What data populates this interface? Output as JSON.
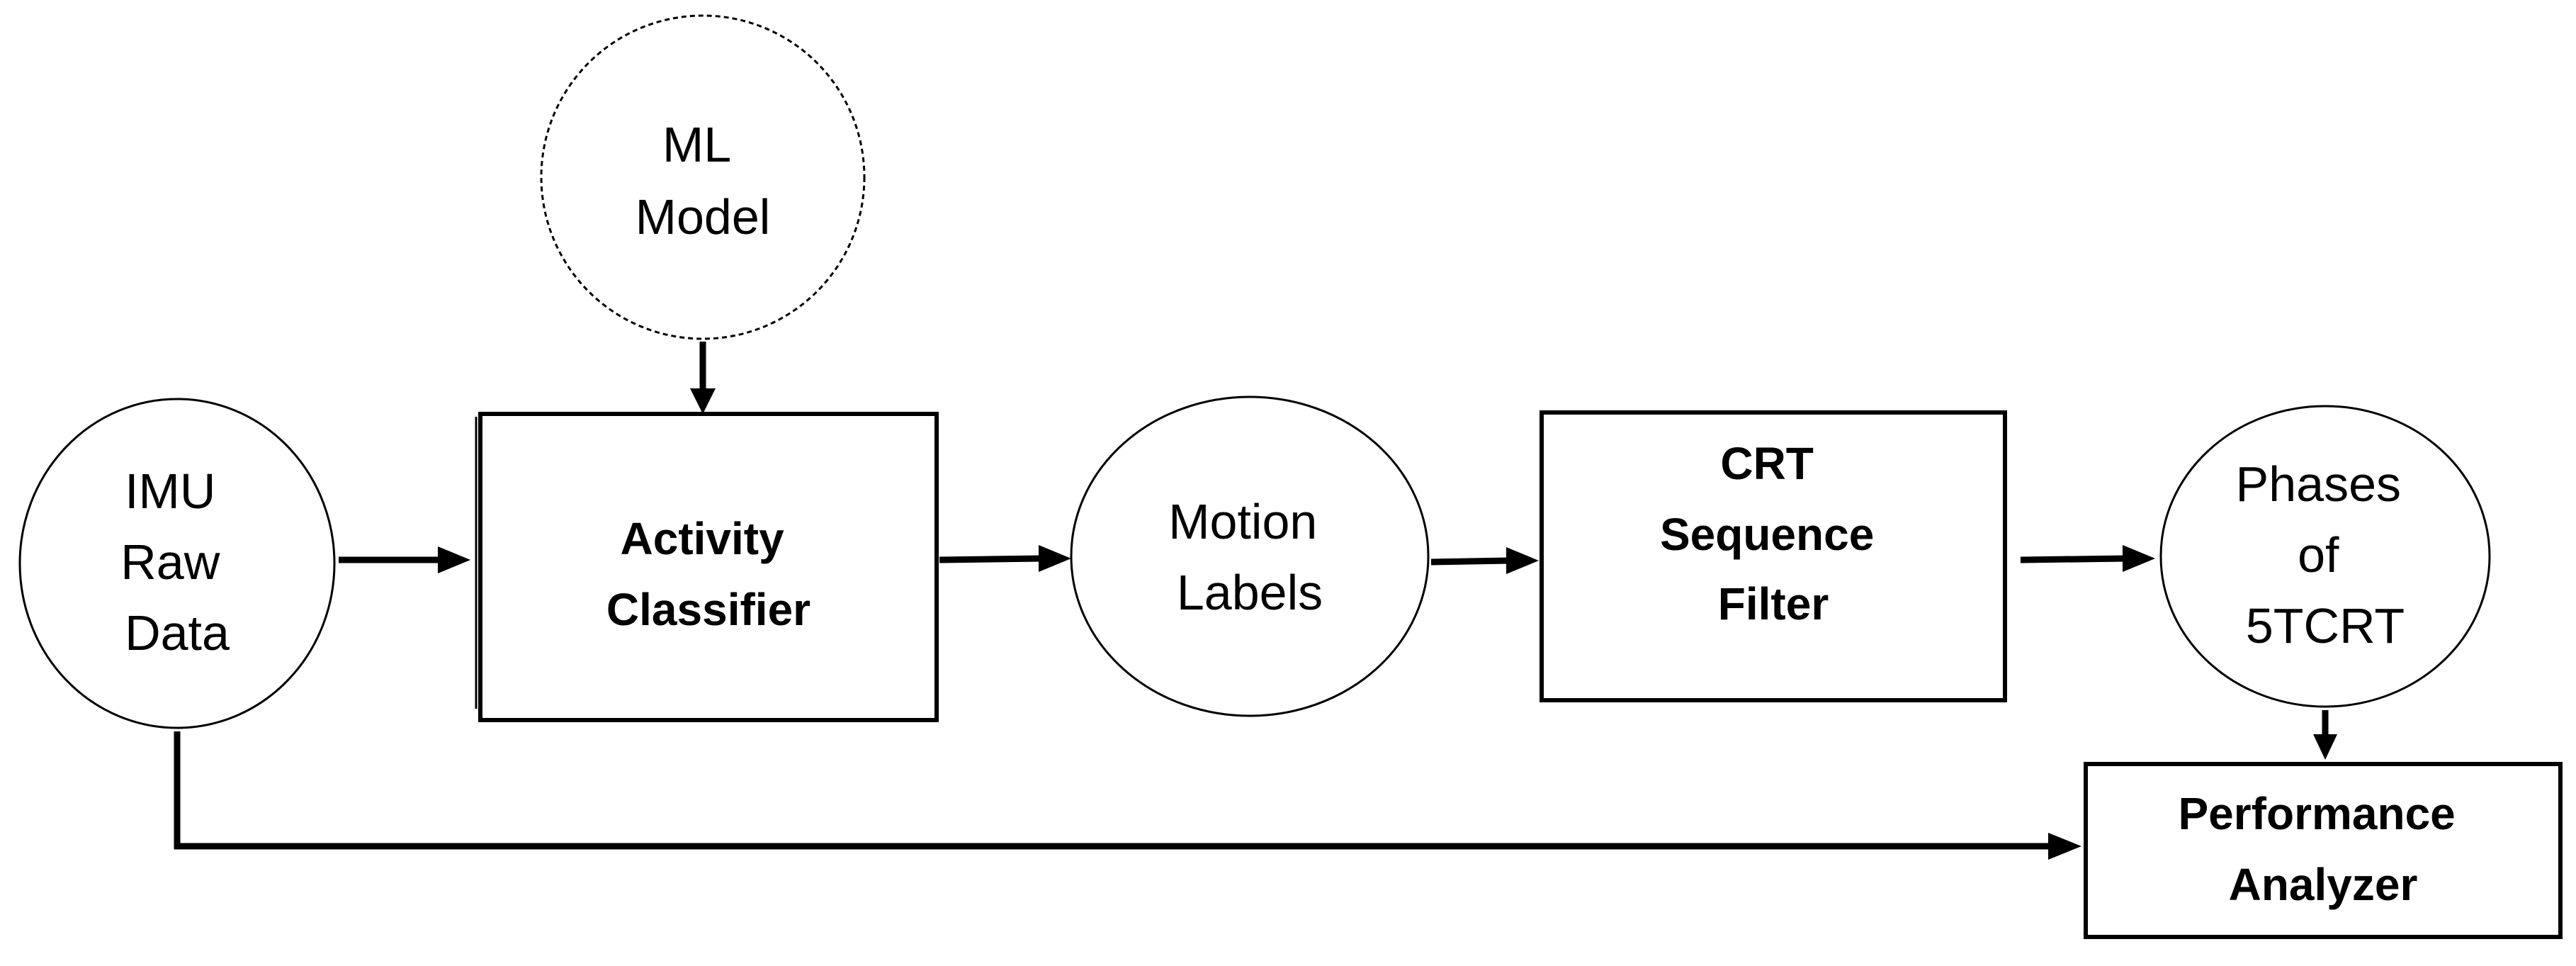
{
  "nodes": {
    "ml_model": {
      "lines": [
        "ML",
        "Model"
      ]
    },
    "imu_raw_data": {
      "lines": [
        "IMU",
        "Raw",
        "Data"
      ]
    },
    "activity_classifier": {
      "lines": [
        "Activity",
        "Classifier"
      ]
    },
    "motion_labels": {
      "lines": [
        "Motion",
        "Labels"
      ]
    },
    "crt_sequence_filter": {
      "lines": [
        "CRT",
        "Sequence",
        "Filter"
      ]
    },
    "phases_of_5tcrt": {
      "lines": [
        "Phases",
        "of",
        "5TCRT"
      ]
    },
    "performance_analyzer": {
      "lines": [
        "Performance",
        "Analyzer"
      ]
    }
  },
  "edges": [
    {
      "from": "ml_model",
      "to": "activity_classifier"
    },
    {
      "from": "imu_raw_data",
      "to": "activity_classifier"
    },
    {
      "from": "activity_classifier",
      "to": "motion_labels"
    },
    {
      "from": "motion_labels",
      "to": "crt_sequence_filter"
    },
    {
      "from": "crt_sequence_filter",
      "to": "phases_of_5tcrt"
    },
    {
      "from": "phases_of_5tcrt",
      "to": "performance_analyzer"
    },
    {
      "from": "imu_raw_data",
      "to": "performance_analyzer"
    }
  ]
}
